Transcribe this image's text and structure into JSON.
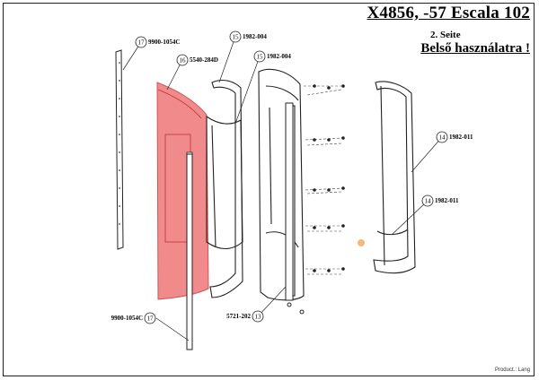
{
  "header": {
    "title": "X4856, -57 Escala 102",
    "subtitle": "2. Seite",
    "warning": "Belső használatra !"
  },
  "footer": {
    "text": "Product.: Lang"
  },
  "callouts": [
    {
      "num": "17",
      "code": "9900-1054C"
    },
    {
      "num": "16",
      "code": "5540-284D"
    },
    {
      "num": "15",
      "code": "1982-004"
    },
    {
      "num": "15",
      "code": "1982-004"
    },
    {
      "num": "14",
      "code": "1982-011"
    },
    {
      "num": "14",
      "code": "1982-011"
    },
    {
      "num": "17",
      "code": "9900-1054C"
    },
    {
      "num": "13",
      "code": "5721-202"
    }
  ],
  "colors": {
    "highlight": "#f07f7f",
    "line": "#222222",
    "marker": "#f4b77c"
  }
}
